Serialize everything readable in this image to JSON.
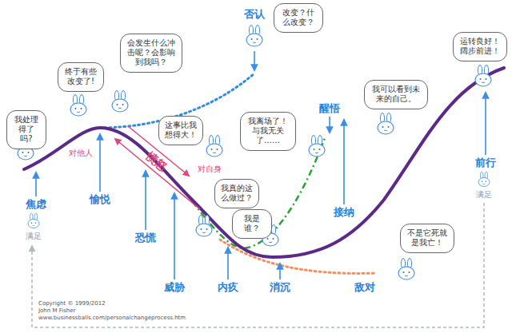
{
  "diagram": {
    "nodes": [
      {
        "text": [
          "我处理得了吗?"
        ]
      },
      {
        "text": [
          "终于有些改变了!"
        ]
      },
      {
        "text": [
          "会发生什么冲击呢？会影响到我吗？"
        ]
      },
      {
        "text": [
          "改变？什么改变？"
        ]
      },
      {
        "text": [
          "这事比我想得大！"
        ]
      },
      {
        "text": [
          "我真的这么做过？"
        ]
      },
      {
        "text": [
          "我是谁？"
        ]
      },
      {
        "text": [
          "我离场了！与我无关了……"
        ]
      },
      {
        "text": [
          "我可以看到未来的自己。"
        ]
      },
      {
        "text": [
          "运转良好！阔步前进！"
        ]
      },
      {
        "text": [
          "不是它死就是我亡！"
        ]
      }
    ],
    "labels": [
      "焦虑",
      "满足",
      "愉悦",
      "恐慌",
      "威胁",
      "内疚",
      "消沉",
      "敌对",
      "接纳",
      "前行",
      "满足",
      "否认",
      "醒悟",
      "愤怒",
      "对他人",
      "对自身",
      "Copyright © 1999/2012",
      "John M Fisher",
      "www.businessballs.com/personalchangeprocess.htm"
    ]
  }
}
